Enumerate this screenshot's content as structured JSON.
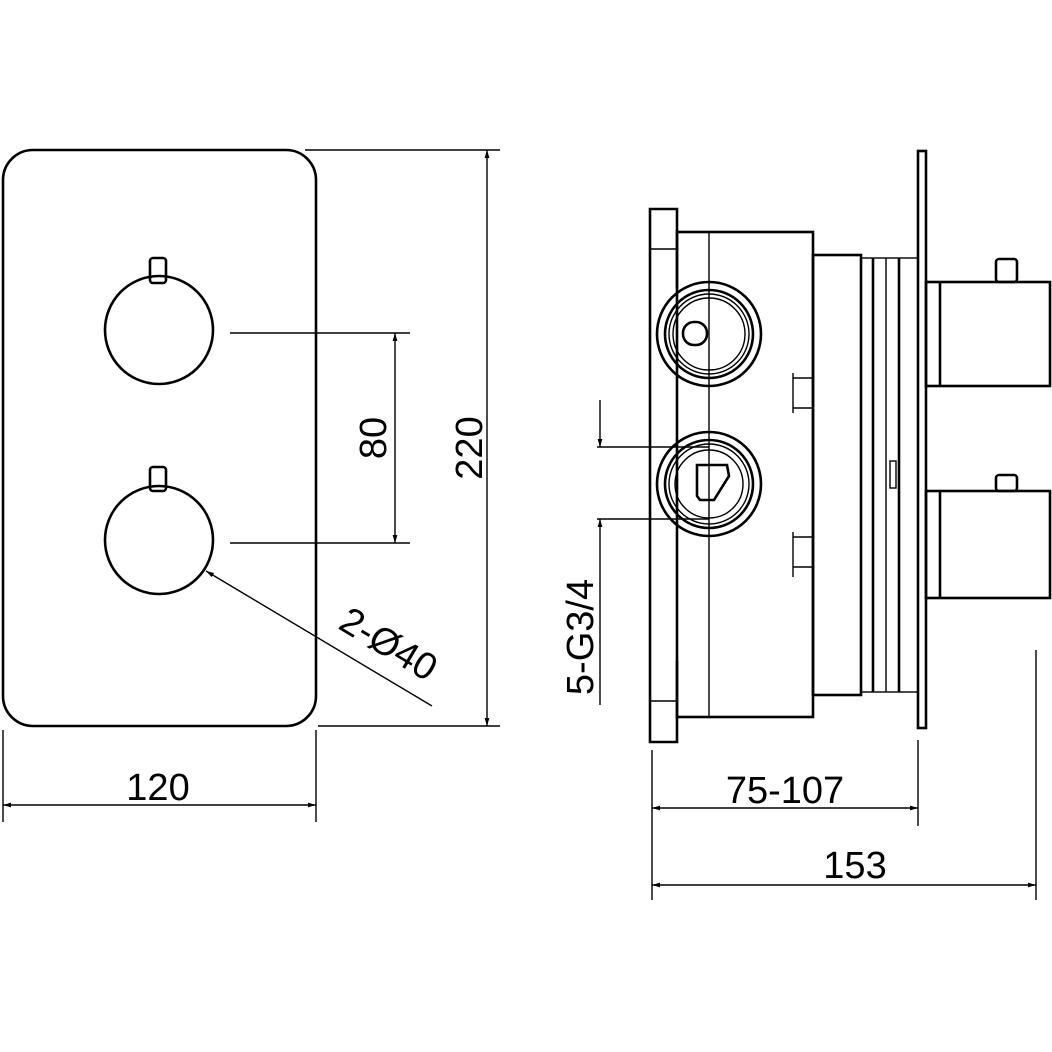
{
  "front_view": {
    "dim_height": "220",
    "dim_width": "120",
    "dim_knob_spacing": "80",
    "dim_knob_diameter": "2-Ø40"
  },
  "side_view": {
    "dim_depth_range": "75-107",
    "dim_total_depth": "153",
    "dim_connections": "5-G3/4"
  },
  "colors": {
    "line": "#000000",
    "background": "#ffffff"
  }
}
